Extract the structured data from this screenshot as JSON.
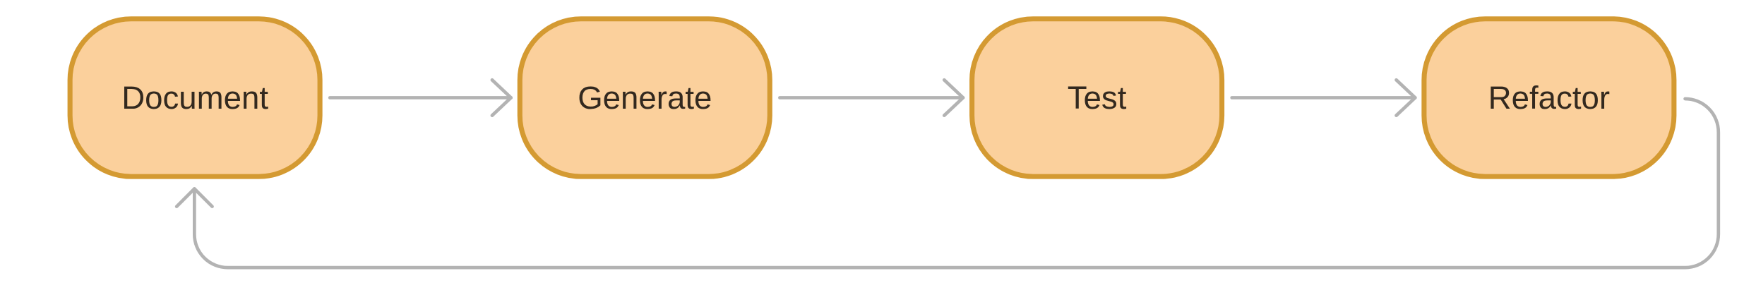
{
  "diagram": {
    "type": "flow-cycle",
    "nodes": [
      {
        "id": "document",
        "label": "Document"
      },
      {
        "id": "generate",
        "label": "Generate"
      },
      {
        "id": "test",
        "label": "Test"
      },
      {
        "id": "refactor",
        "label": "Refactor"
      }
    ],
    "edges": [
      {
        "from": "document",
        "to": "generate"
      },
      {
        "from": "generate",
        "to": "test"
      },
      {
        "from": "test",
        "to": "refactor"
      },
      {
        "from": "refactor",
        "to": "document"
      }
    ],
    "colors": {
      "node_fill": "#fbd09c",
      "node_stroke": "#d49a32",
      "edge": "#b3b3b3",
      "text": "#33291f"
    }
  }
}
